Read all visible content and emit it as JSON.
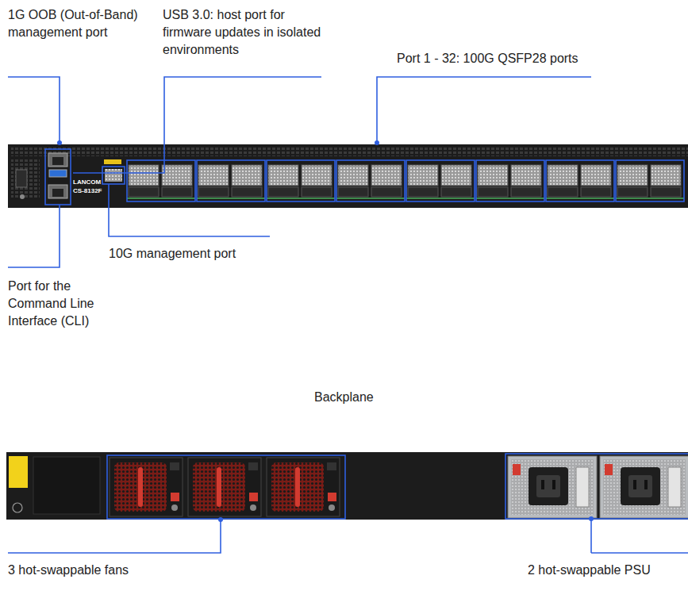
{
  "diagram": {
    "labels": [
      "1G OOB (Out-of-Band) management port",
      "USB 3.0: host port for firmware updates in isolated environments",
      "Port 1 - 32: 100G QSFP28 ports",
      "10G management port",
      "Port for the Command Line Interface (CLI)",
      "Backplane",
      "3 hot-swappable fans",
      "2 hot-swappable PSU",
      "LANCOM",
      "CS-8132F"
    ]
  }
}
